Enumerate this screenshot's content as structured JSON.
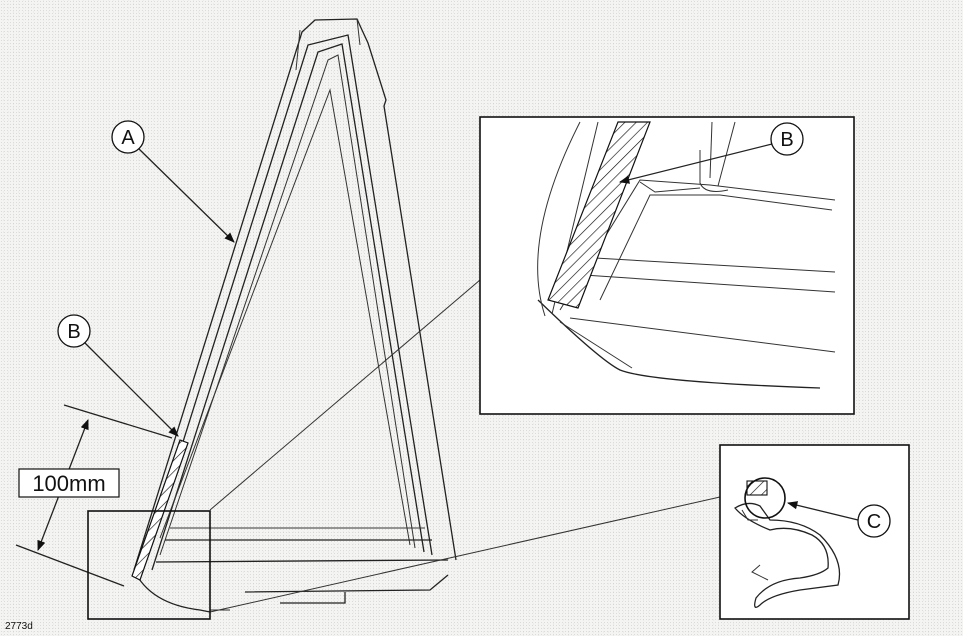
{
  "figure_id": "2773d",
  "callouts": {
    "a": "A",
    "b_main": "B",
    "b_detail": "B",
    "c": "C"
  },
  "dimension": {
    "label": "100mm"
  }
}
